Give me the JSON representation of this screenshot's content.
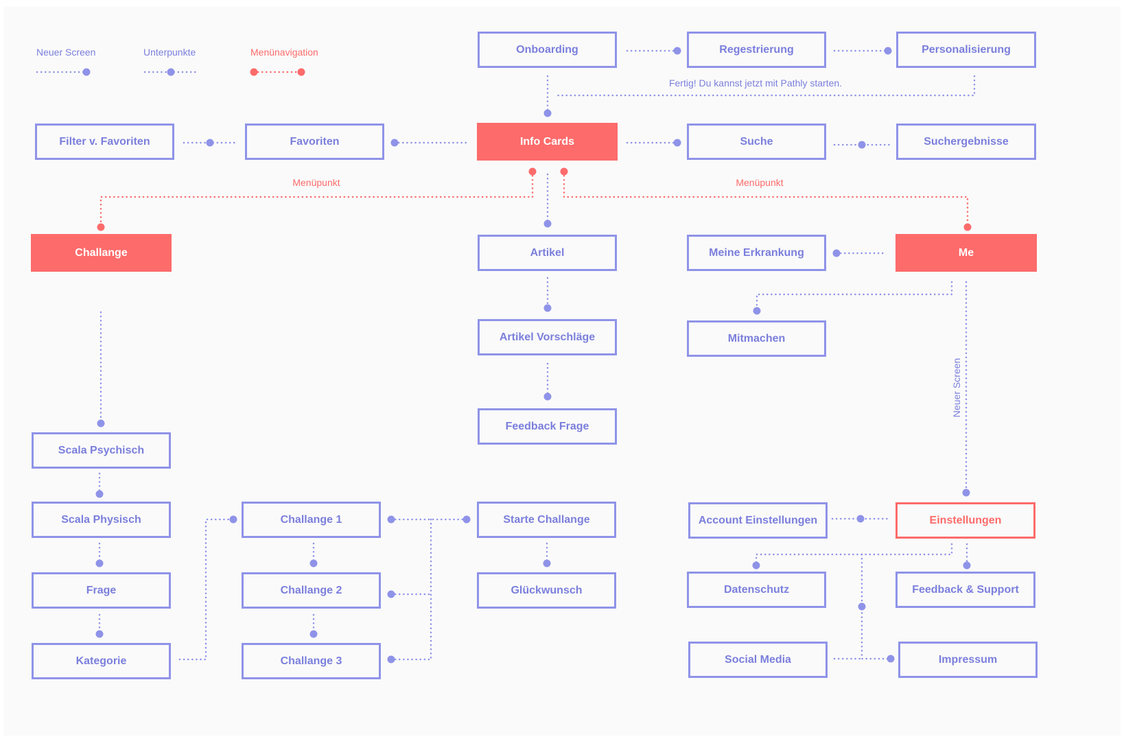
{
  "colors": {
    "blue": "#7b7fdc",
    "line": "#8f93e8",
    "accent": "#fd6b6b",
    "background": "#fafafa"
  },
  "legend": {
    "new_screen": "Neuer Screen",
    "subpoints": "Unterpunkte",
    "menu_navigation": "Menünavigation"
  },
  "annotations": {
    "done_message": "Fertig! Du kannst jetzt mit Pathly starten.",
    "menu_point_left": "Menüpunkt",
    "menu_point_right": "Menüpunkt",
    "new_screen_vertical": "Neuer Screen"
  },
  "nodes": {
    "onboarding": "Onboarding",
    "registrierung": "Regestrierung",
    "personalisierung": "Personalisierung",
    "filter_favoriten": "Filter v. Favoriten",
    "favoriten": "Favoriten",
    "info_cards": "Info Cards",
    "suche": "Suche",
    "suchergebnisse": "Suchergebnisse",
    "challange": "Challange",
    "artikel": "Artikel",
    "meine_erkrankung": "Meine Erkrankung",
    "me": "Me",
    "artikel_vorschlaege": "Artikel Vorschläge",
    "mitmachen": "Mitmachen",
    "feedback_frage": "Feedback Frage",
    "scala_psychisch": "Scala Psychisch",
    "scala_physisch": "Scala Physisch",
    "challange_1": "Challange 1",
    "starte_challange": "Starte Challange",
    "account_einstellungen": "Account Einstellungen",
    "einstellungen": "Einstellungen",
    "frage": "Frage",
    "challange_2": "Challange 2",
    "glueckwunsch": "Glückwunsch",
    "datenschutz": "Datenschutz",
    "feedback_support": "Feedback & Support",
    "kategorie": "Kategorie",
    "challange_3": "Challange 3",
    "social_media": "Social Media",
    "impressum": "Impressum"
  }
}
